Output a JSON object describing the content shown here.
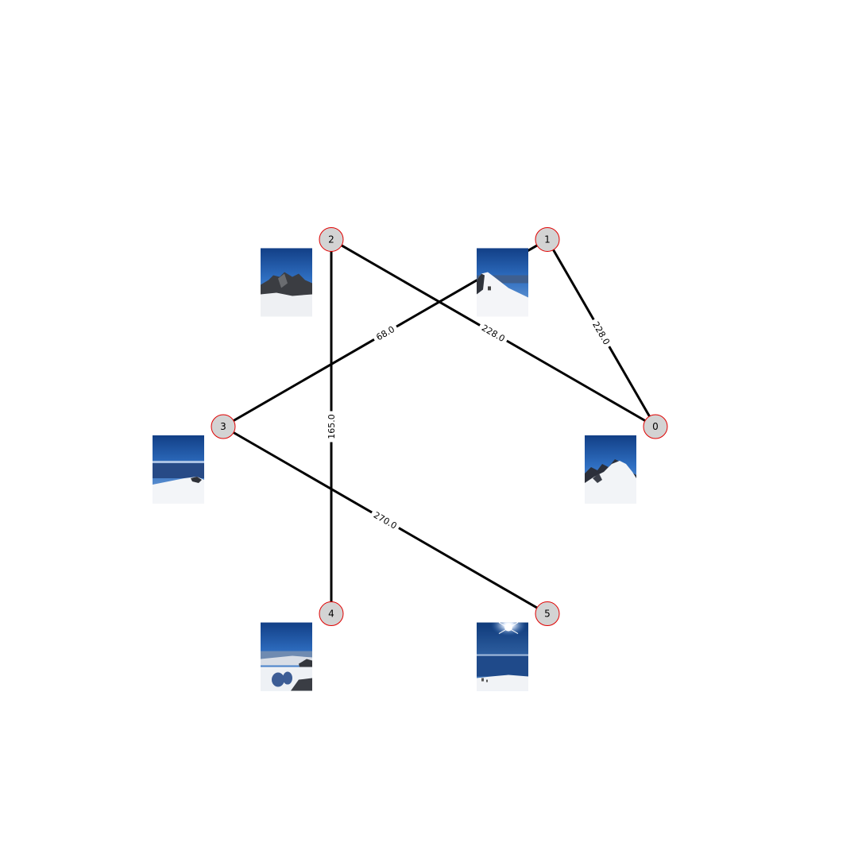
{
  "graph": {
    "nodes": [
      {
        "id": "0",
        "label": "0",
        "thumbnail": "snowy-ridge-photo"
      },
      {
        "id": "1",
        "label": "1",
        "thumbnail": "snow-slope-photo"
      },
      {
        "id": "2",
        "label": "2",
        "thumbnail": "rocky-peak-photo"
      },
      {
        "id": "3",
        "label": "3",
        "thumbnail": "sea-horizon-snow-photo"
      },
      {
        "id": "4",
        "label": "4",
        "thumbnail": "climber-shadow-photo"
      },
      {
        "id": "5",
        "label": "5",
        "thumbnail": "sun-over-sea-photo"
      }
    ],
    "edges": [
      {
        "source": "0",
        "target": "1",
        "label": "228.0"
      },
      {
        "source": "0",
        "target": "2",
        "label": "228.0"
      },
      {
        "source": "1",
        "target": "3",
        "label": "68.0"
      },
      {
        "source": "2",
        "target": "4",
        "label": "165.0"
      },
      {
        "source": "3",
        "target": "5",
        "label": "270.0"
      }
    ],
    "colors": {
      "node_fill": "#d3d3d3",
      "node_stroke": "#e00000",
      "edge": "#000000"
    }
  }
}
